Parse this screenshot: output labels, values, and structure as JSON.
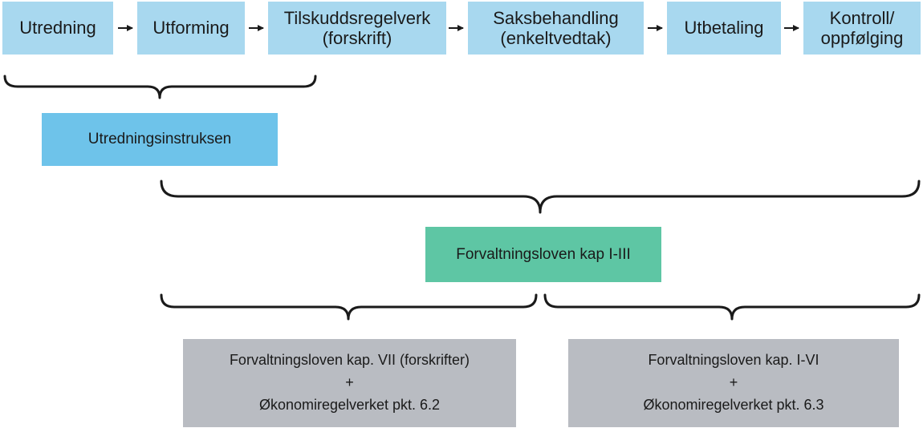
{
  "stages": [
    {
      "lines": [
        "Utredning"
      ]
    },
    {
      "lines": [
        "Utforming"
      ]
    },
    {
      "lines": [
        "Tilskuddsregelverk",
        "(forskrift)"
      ]
    },
    {
      "lines": [
        "Saksbehandling",
        "(enkeltvedtak)"
      ]
    },
    {
      "lines": [
        "Utbetaling"
      ]
    },
    {
      "lines": [
        "Kontroll/",
        "oppfølging"
      ]
    }
  ],
  "utredningsinstruksen": "Utredningsinstruksen",
  "forvaltningsloven_main": "Forvaltningsloven kap I-III",
  "left_box": {
    "line1": "Forvaltningsloven kap. VII (forskrifter)",
    "line2": "+",
    "line3": "Økonomiregelverket pkt. 6.2"
  },
  "right_box": {
    "line1": "Forvaltningsloven kap. I-VI",
    "line2": "+",
    "line3": "Økonomiregelverket pkt. 6.3"
  },
  "colors": {
    "stage": "#a8d8ef",
    "instruction": "#6ec3ea",
    "law": "#5ec6a4",
    "grey": "#b9bcc2",
    "stroke": "#1a1a1a"
  }
}
